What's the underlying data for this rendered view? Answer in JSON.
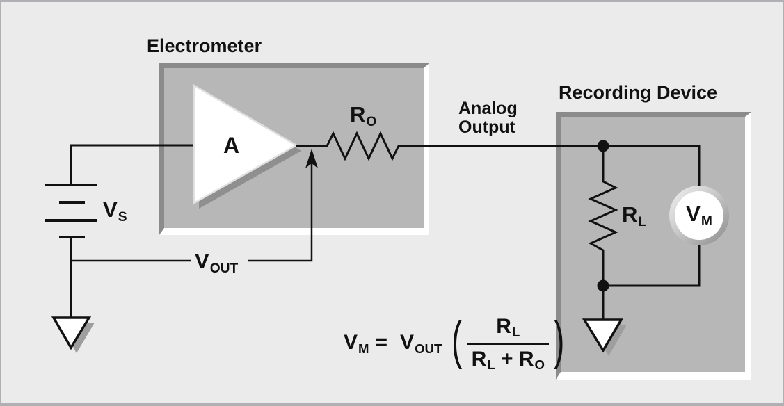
{
  "diagram": {
    "electrometer_title": "Electrometer",
    "recording_device_title": "Recording Device",
    "analog_output_line1": "Analog",
    "analog_output_line2": "Output",
    "amplifier_gain_label": "A",
    "labels": {
      "source_voltage": {
        "main": "V",
        "sub": "S"
      },
      "output_voltage": {
        "main": "V",
        "sub": "OUT"
      },
      "output_resistor": {
        "main": "R",
        "sub": "O"
      },
      "load_resistor": {
        "main": "R",
        "sub": "L"
      },
      "meter_voltage": {
        "main": "V",
        "sub": "M"
      }
    },
    "formula": {
      "lhs_main": "V",
      "lhs_sub": "M",
      "equals": "=",
      "coef_main": "V",
      "coef_sub": "OUT",
      "paren_open": "(",
      "num_main": "R",
      "num_sub": "L",
      "den_r1_main": "R",
      "den_r1_sub": "L",
      "plus": "+",
      "den_r2_main": "R",
      "den_r2_sub": "O",
      "paren_close": ")"
    },
    "components": [
      "battery-symbol",
      "ground-symbol-left",
      "ground-symbol-recording-device",
      "amplifier-triangle",
      "output-resistor-zigzag",
      "load-resistor-zigzag",
      "voltmeter-circle",
      "junction-dot-top",
      "junction-dot-bottom",
      "vout-arrow"
    ],
    "colors": {
      "background": "#ebebeb",
      "box_fill": "#b7b7b7",
      "box_dark_edge": "#8b8b8b",
      "box_light_edge": "#ffffff",
      "line": "#111111",
      "drop_shadow": "#9e9e9e",
      "frame_border": "#b0b0b4"
    }
  }
}
